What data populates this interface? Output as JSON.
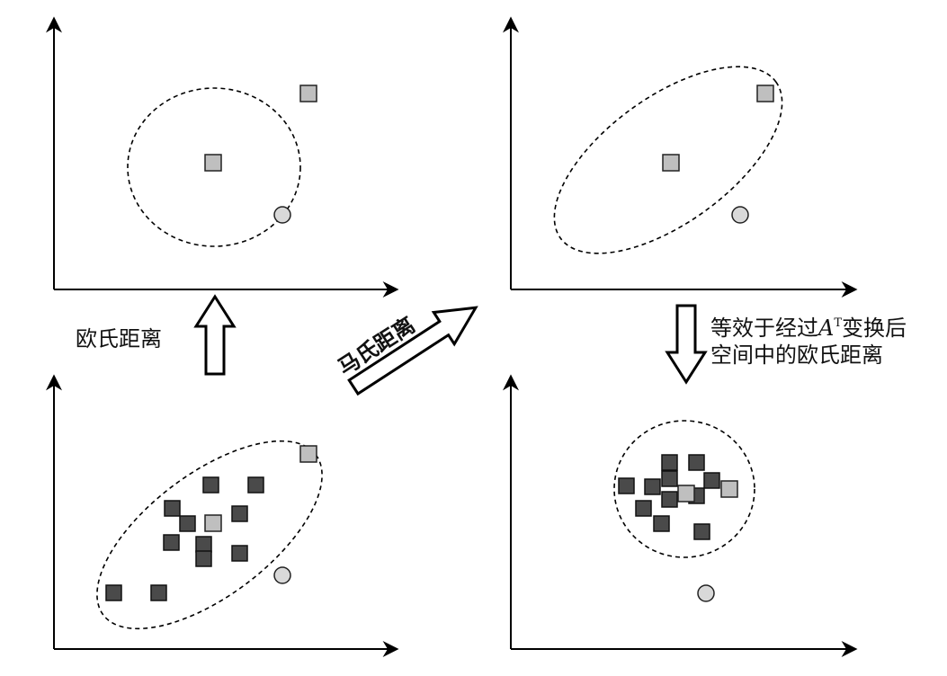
{
  "labels": {
    "euclidean": "欧氏距离",
    "mahalanobis": "马氏距离",
    "equiv_line1_before": "等效于经过",
    "equiv_matrix": "A",
    "equiv_sup": "T",
    "equiv_line1_after": "变换后",
    "equiv_line2": "空间中的欧氏距离"
  },
  "colors": {
    "axis": "#000000",
    "light_gray_marker": "#bfbfbf",
    "dark_marker": "#4a4a4a",
    "circle_marker": "#d9d9d9",
    "text": "#111111"
  },
  "icons": {
    "up_arrow": "hollow-up-arrow-icon",
    "down_arrow": "hollow-down-arrow-icon",
    "diagonal_arrow": "hollow-diagonal-arrow-icon"
  }
}
